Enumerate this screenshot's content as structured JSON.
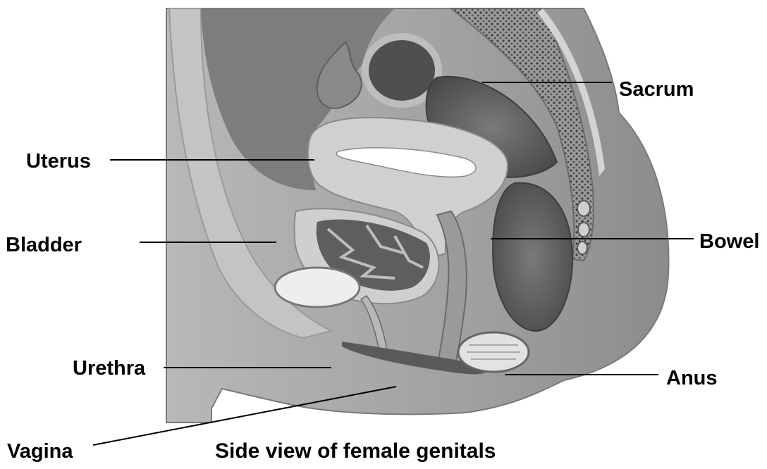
{
  "diagram": {
    "caption": "Side view of female genitals",
    "labels": {
      "sacrum": "Sacrum",
      "uterus": "Uterus",
      "bladder": "Bladder",
      "bowel": "Bowel",
      "urethra": "Urethra",
      "anus": "Anus",
      "vagina": "Vagina"
    },
    "colors": {
      "background": "#ffffff",
      "text": "#000000",
      "skin": "#a3a3a3",
      "tissue": "#c9c9c9",
      "cavity": "#7d7d7d",
      "dark_organ": "#5e5e5e"
    }
  }
}
